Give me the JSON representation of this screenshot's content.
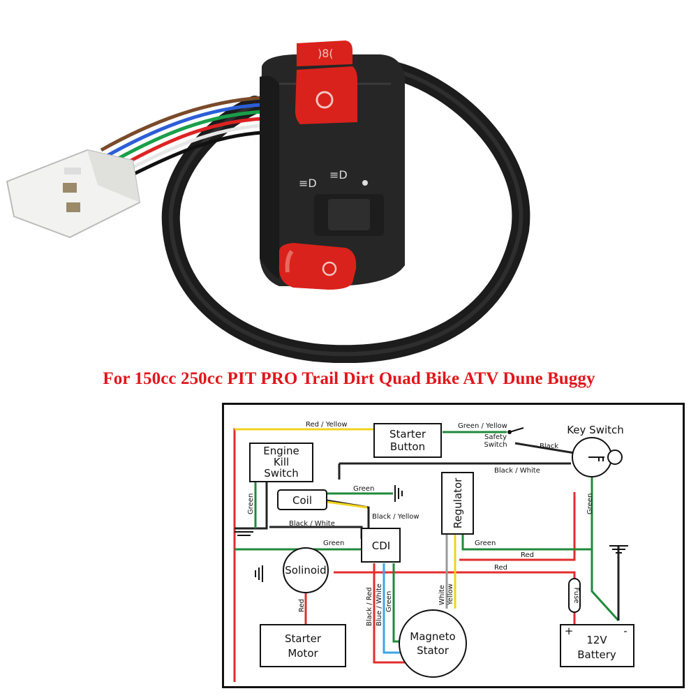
{
  "headline": "For 150cc 250cc PIT PRO Trail Dirt Quad Bike ATV Dune Buggy",
  "colors": {
    "headline": "#e3141a",
    "wire_red": "#e32c2c",
    "wire_green": "#1f8a3a",
    "wire_black": "#222222",
    "wire_yellow": "#f2d31d",
    "wire_blue": "#3da4e8",
    "switch_button": "#d9221b",
    "switch_body": "#262626"
  },
  "photo": {
    "subject": "handlebar switch with wiring harness and connector",
    "icons": [
      "horn-icon",
      "start-icon",
      "low-beam-icon",
      "high-beam-icon",
      "kill-icon"
    ]
  },
  "diagram": {
    "components": {
      "starter_button": [
        "Starter",
        "Button"
      ],
      "engine_kill_switch": [
        "Engine",
        "Kill",
        "Switch"
      ],
      "key_switch": "Key Switch",
      "coil": "Coil",
      "regulator": "Regulator",
      "cdi": "CDI",
      "solinoid": "Solinoid",
      "fuse": "Fuse",
      "starter_motor": [
        "Starter",
        "Motor"
      ],
      "magneto_stator": [
        "Magneto",
        "Stator"
      ],
      "battery": [
        "12V",
        "Battery"
      ],
      "battery_plus": "+",
      "battery_minus": "-",
      "safety_switch": [
        "Safety",
        "Switch"
      ]
    },
    "wire_labels": {
      "red_yellow": "Red / Yellow",
      "green_yellow": "Green / Yellow",
      "black_key": "Black",
      "black_white_top": "Black / White",
      "green_coil": "Green",
      "green_kill": "Green",
      "black_white_kill": "Black / White",
      "black_yellow": "Black / Yellow",
      "green_cdi": "Green",
      "green_reg": "Green",
      "red_reg": "Red",
      "red_fuse": "Red",
      "green_right": "Green",
      "red_starter": "Red",
      "black_red": "Black / Red",
      "blue_white": "Blue / White",
      "green_stator": "Green",
      "white": "White",
      "yellow": "Yellow"
    }
  }
}
